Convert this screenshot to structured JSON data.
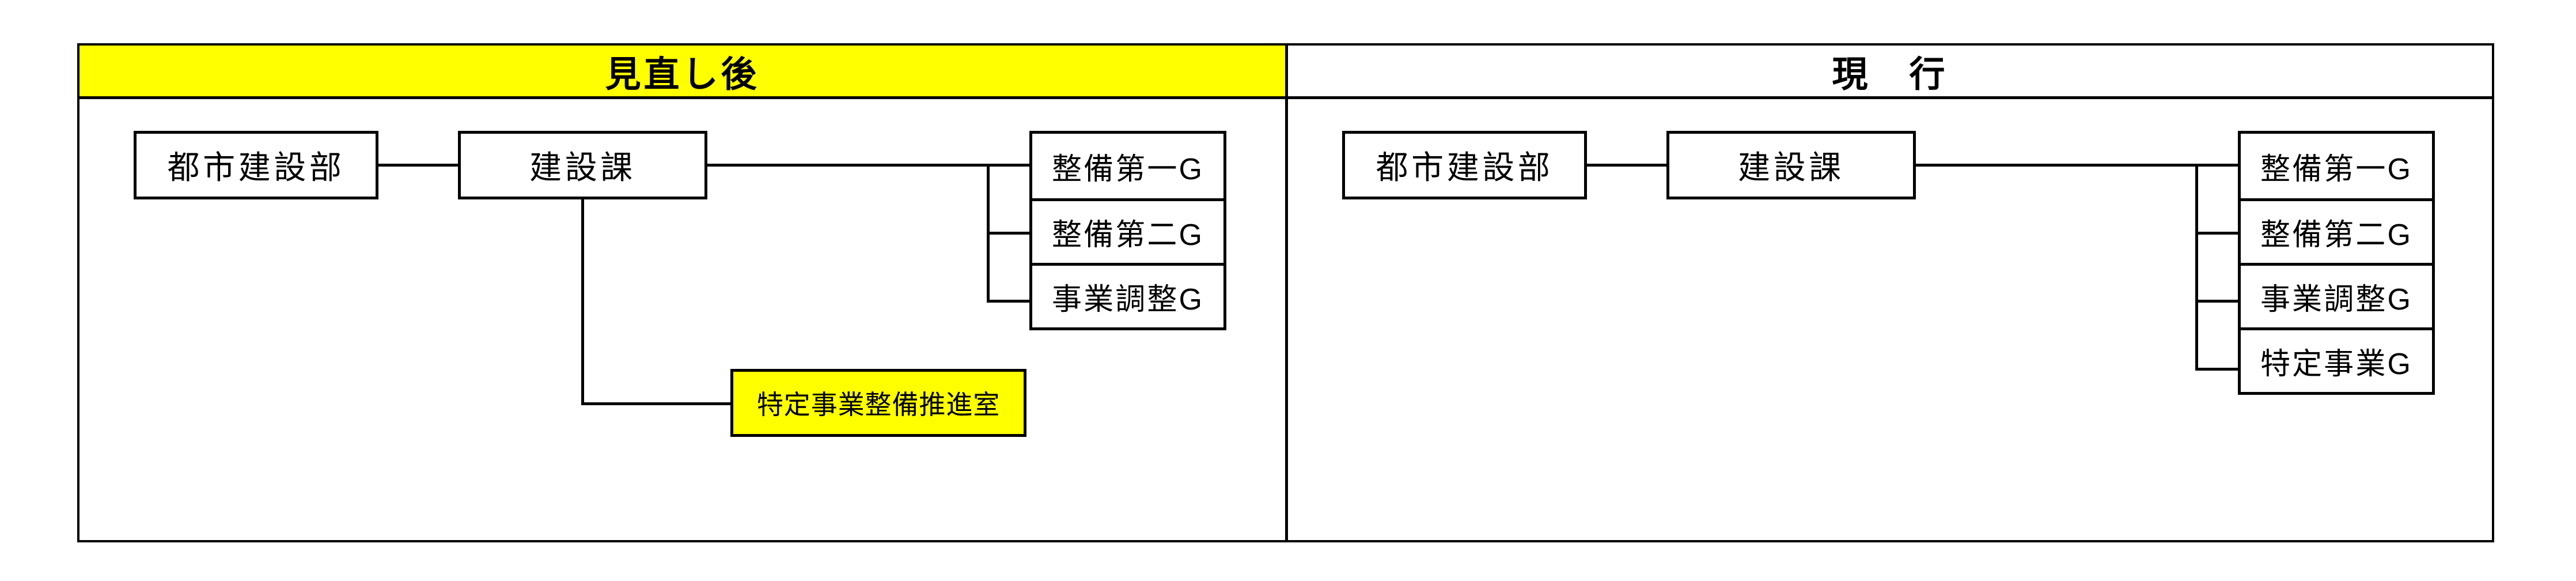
{
  "colors": {
    "highlight": "#ffff00",
    "line": "#000000",
    "background": "#ffffff"
  },
  "panels": [
    {
      "header": {
        "label": "見直し後",
        "highlighted": true
      },
      "boxes": {
        "department": "都市建設部",
        "division": "建設課",
        "groups": [
          "整備第一G",
          "整備第二G",
          "事業調整G"
        ],
        "special": "特定事業整備推進室"
      }
    },
    {
      "header": {
        "label": "現　行",
        "highlighted": false
      },
      "boxes": {
        "department": "都市建設部",
        "division": "建設課",
        "groups": [
          "整備第一G",
          "整備第二G",
          "事業調整G",
          "特定事業G"
        ]
      }
    }
  ]
}
